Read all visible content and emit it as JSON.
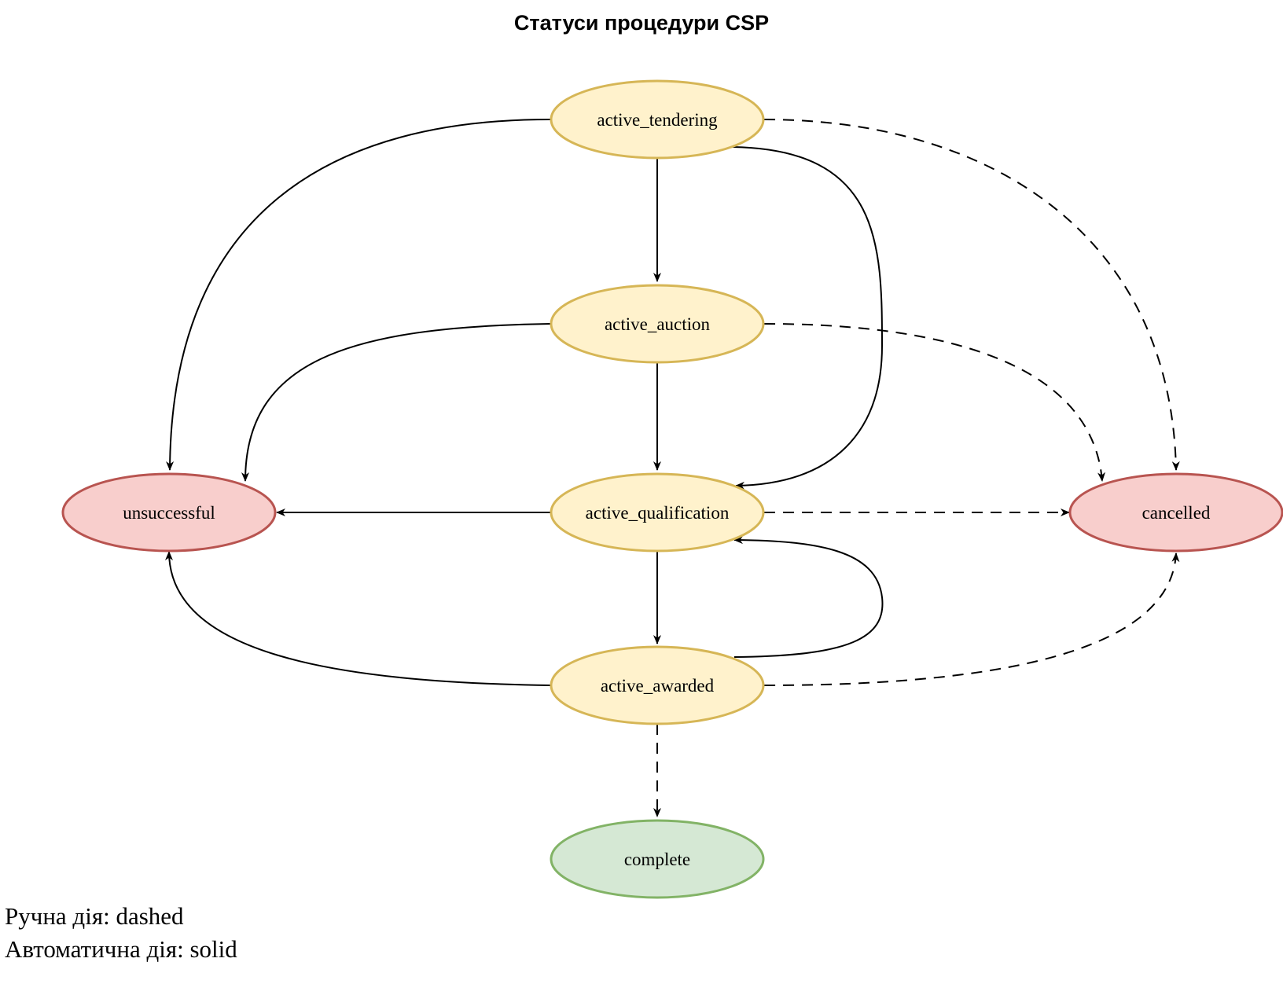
{
  "title": "Статуси процедури CSP",
  "colors": {
    "active_fill": "#fff2cc",
    "active_stroke": "#d6b656",
    "terminal_bad_fill": "#f8cecc",
    "terminal_bad_stroke": "#b85450",
    "terminal_good_fill": "#d5e8d4",
    "terminal_good_stroke": "#82b366",
    "edge": "#000000"
  },
  "nodes": [
    {
      "id": "active_tendering",
      "label": "active_tendering",
      "kind": "active"
    },
    {
      "id": "active_auction",
      "label": "active_auction",
      "kind": "active"
    },
    {
      "id": "active_qualification",
      "label": "active_qualification",
      "kind": "active"
    },
    {
      "id": "active_awarded",
      "label": "active_awarded",
      "kind": "active"
    },
    {
      "id": "complete",
      "label": "complete",
      "kind": "terminal_good"
    },
    {
      "id": "unsuccessful",
      "label": "unsuccessful",
      "kind": "terminal_bad"
    },
    {
      "id": "cancelled",
      "label": "cancelled",
      "kind": "terminal_bad"
    }
  ],
  "edges": [
    {
      "from": "active_tendering",
      "to": "active_auction",
      "style": "solid"
    },
    {
      "from": "active_tendering",
      "to": "unsuccessful",
      "style": "solid"
    },
    {
      "from": "active_tendering",
      "to": "active_qualification",
      "style": "solid"
    },
    {
      "from": "active_tendering",
      "to": "cancelled",
      "style": "dashed"
    },
    {
      "from": "active_auction",
      "to": "active_qualification",
      "style": "solid"
    },
    {
      "from": "active_auction",
      "to": "unsuccessful",
      "style": "solid"
    },
    {
      "from": "active_auction",
      "to": "cancelled",
      "style": "dashed"
    },
    {
      "from": "active_qualification",
      "to": "unsuccessful",
      "style": "solid"
    },
    {
      "from": "active_qualification",
      "to": "cancelled",
      "style": "dashed"
    },
    {
      "from": "active_qualification",
      "to": "active_awarded",
      "style": "solid"
    },
    {
      "from": "active_awarded",
      "to": "active_qualification",
      "style": "solid"
    },
    {
      "from": "active_awarded",
      "to": "unsuccessful",
      "style": "solid"
    },
    {
      "from": "active_awarded",
      "to": "cancelled",
      "style": "dashed"
    },
    {
      "from": "active_awarded",
      "to": "complete",
      "style": "dashed"
    }
  ],
  "legend": {
    "manual": "Ручна дія: dashed",
    "automatic": "Автоматична дія: solid"
  }
}
